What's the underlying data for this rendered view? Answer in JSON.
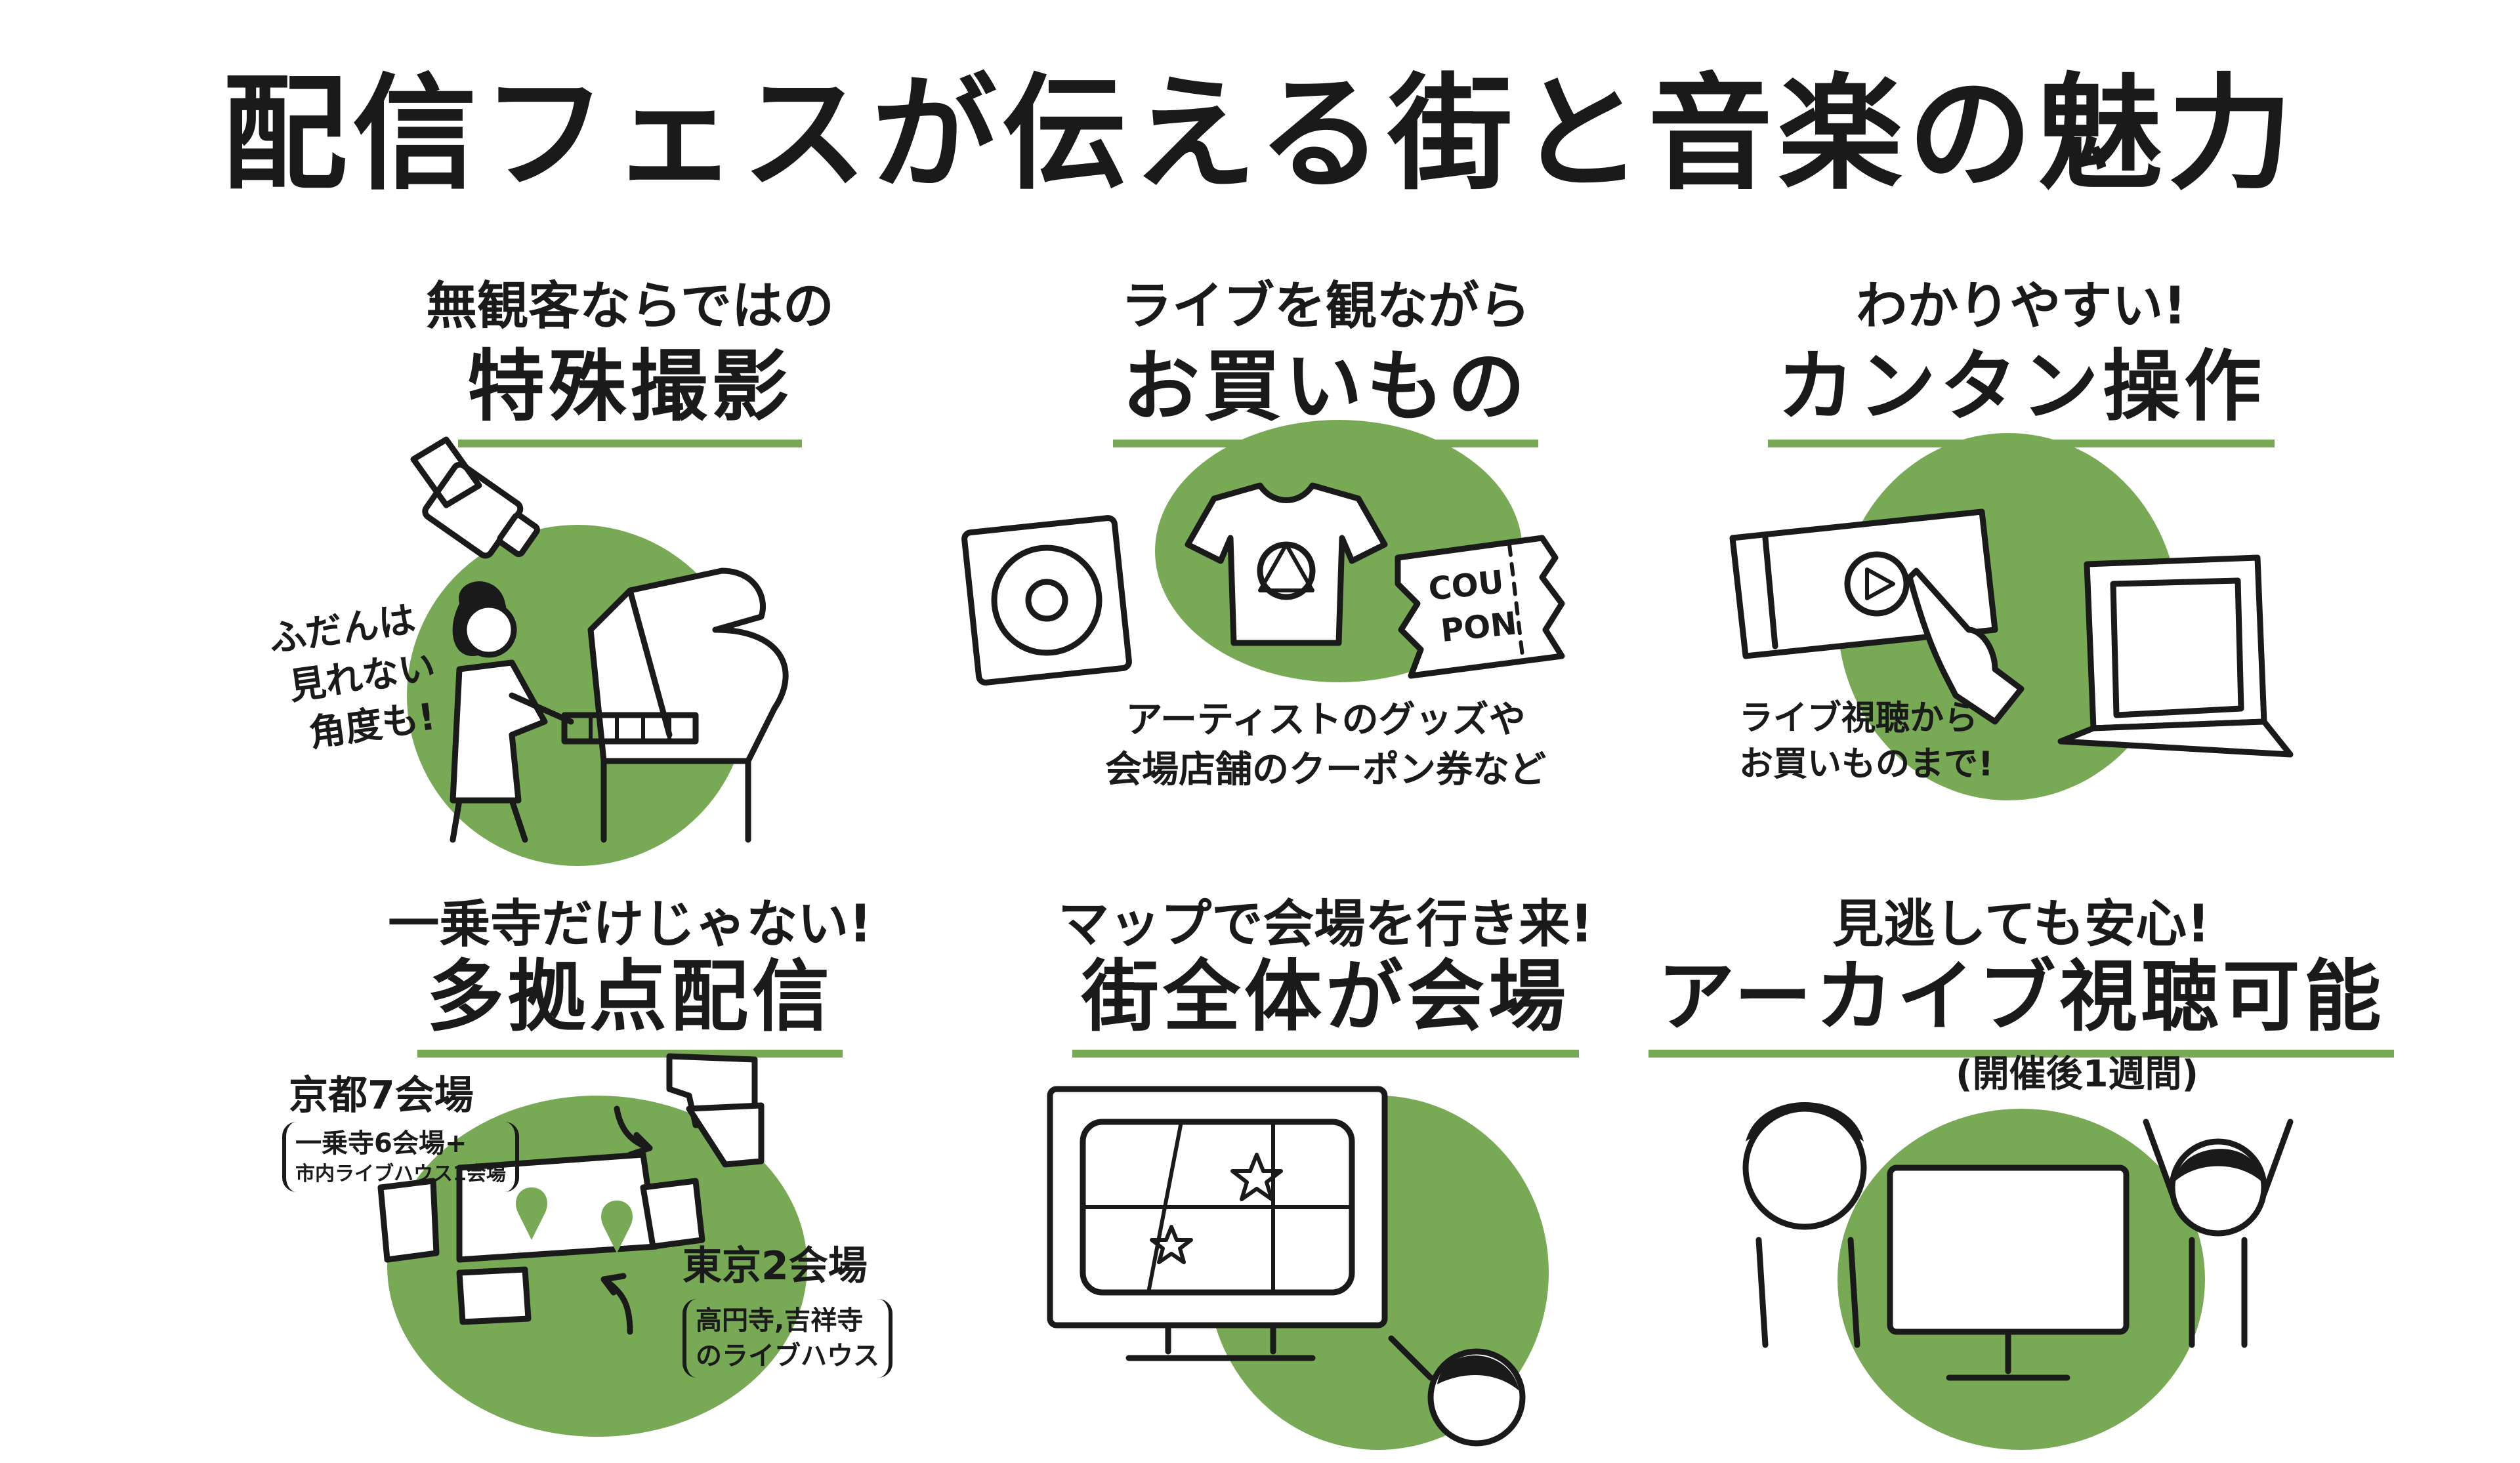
{
  "title": "配信フェスが伝える街と音楽の魅力",
  "colors": {
    "accent_green": "#78a955",
    "ink": "#1a1a1a",
    "background": "#ffffff"
  },
  "panels": [
    {
      "id": "special-filming",
      "lead": "無観客ならではの",
      "heading": "特殊撮影",
      "note_lines": [
        "ふだんは",
        "見れない",
        "角度も!"
      ],
      "icons": [
        "camera-icon",
        "grand-piano-icon",
        "pianist-icon"
      ]
    },
    {
      "id": "shopping",
      "lead": "ライブを観ながら",
      "heading": "お買いもの",
      "coupon_lines": [
        "COU",
        "PON"
      ],
      "note_lines": [
        "アーティストのグッズや",
        "会場店舗のクーポン券など"
      ],
      "icons": [
        "record-icon",
        "tshirt-icon",
        "coupon-ticket-icon"
      ]
    },
    {
      "id": "easy-operation",
      "lead": "わかりやすい!",
      "heading": "カンタン操作",
      "note_lines": [
        "ライブ視聴から",
        "お買いものまで!"
      ],
      "icons": [
        "phone-play-icon",
        "pointing-hand-icon",
        "laptop-icon"
      ]
    },
    {
      "id": "multi-venue",
      "lead": "一乗寺だけじゃない!",
      "heading": "多拠点配信",
      "kyoto_title": "京都7会場",
      "kyoto_detail_lines": [
        "一乗寺6会場+",
        "市内ライブハウス1会場"
      ],
      "tokyo_title": "東京2会場",
      "tokyo_detail_lines": [
        "高円寺,吉祥寺",
        "のライブハウス"
      ],
      "icons": [
        "japan-map-icon",
        "map-pin-icon",
        "arrow-icon"
      ]
    },
    {
      "id": "whole-town",
      "lead": "マップで会場を行き来!",
      "heading": "街全体が会場",
      "icons": [
        "monitor-map-icon",
        "star-icon",
        "person-pointing-icon"
      ]
    },
    {
      "id": "archive",
      "lead": "見逃しても安心!",
      "heading": "アーカイブ視聴可能",
      "sub_note": "(開催後1週間)",
      "icons": [
        "woman-face-icon",
        "monitor-icon",
        "cheering-child-icon"
      ]
    }
  ]
}
